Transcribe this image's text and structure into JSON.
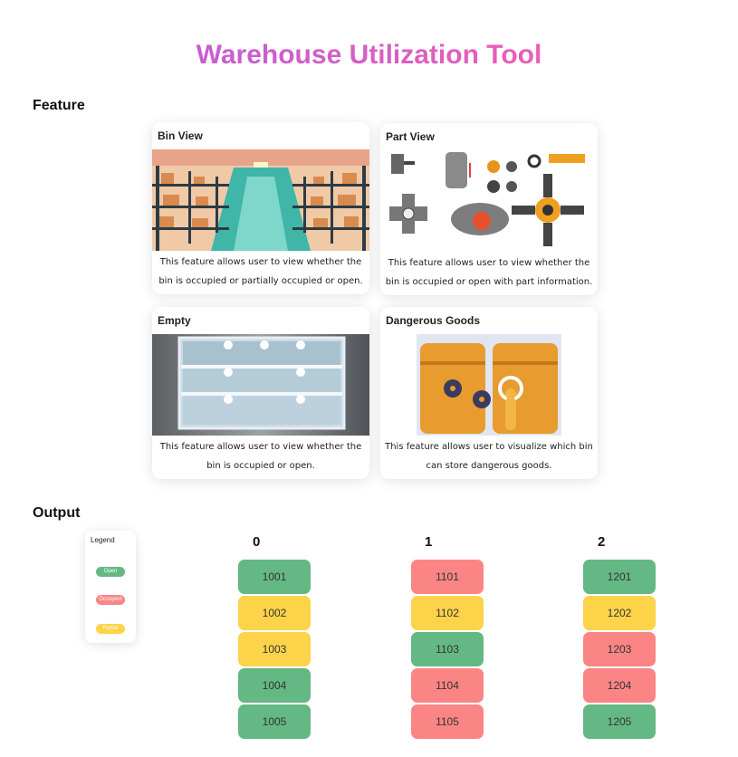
{
  "title": "Warehouse Utilization Tool",
  "feature_heading": "Feature",
  "output_heading": "Output",
  "features": [
    {
      "title": "Bin View",
      "desc": "This feature allows user to view whether the bin is occupied or partially occupied or open.",
      "image": "warehouse-aisle-image"
    },
    {
      "title": "Part View",
      "desc": "This feature allows user to view whether the bin is occupied or open with part information.",
      "image": "machine-parts-image"
    },
    {
      "title": "Empty",
      "desc": "This feature allows user to view whether the bin is occupied or open.",
      "image": "empty-shelf-image"
    },
    {
      "title": "Dangerous Goods",
      "desc": "This feature allows user to visualize which bin can store dangerous goods.",
      "image": "hazard-barrels-image"
    }
  ],
  "legend": {
    "title": "Legend",
    "items": [
      {
        "label": "Open",
        "color": "#64b883"
      },
      {
        "label": "Occupied",
        "color": "#fb8585"
      },
      {
        "label": "Partial",
        "color": "#fdd349"
      }
    ]
  },
  "columns": [
    {
      "label": "0",
      "bins": [
        {
          "id": "1001",
          "status": "open"
        },
        {
          "id": "1002",
          "status": "partial"
        },
        {
          "id": "1003",
          "status": "partial"
        },
        {
          "id": "1004",
          "status": "open"
        },
        {
          "id": "1005",
          "status": "open"
        }
      ]
    },
    {
      "label": "1",
      "bins": [
        {
          "id": "1101",
          "status": "occupied"
        },
        {
          "id": "1102",
          "status": "partial"
        },
        {
          "id": "1103",
          "status": "open"
        },
        {
          "id": "1104",
          "status": "occupied"
        },
        {
          "id": "1105",
          "status": "occupied"
        }
      ]
    },
    {
      "label": "2",
      "bins": [
        {
          "id": "1201",
          "status": "open"
        },
        {
          "id": "1202",
          "status": "partial"
        },
        {
          "id": "1203",
          "status": "occupied"
        },
        {
          "id": "1204",
          "status": "occupied"
        },
        {
          "id": "1205",
          "status": "open"
        }
      ]
    }
  ]
}
